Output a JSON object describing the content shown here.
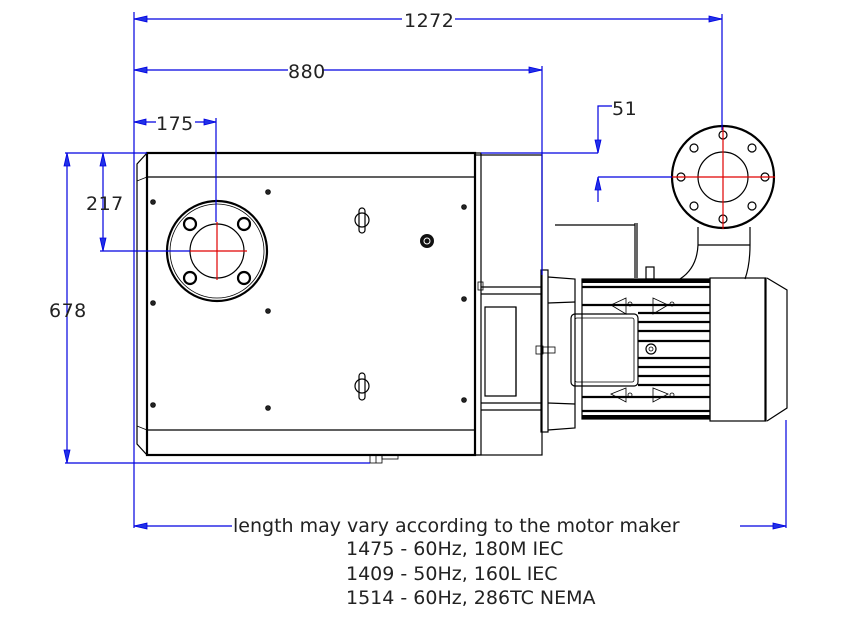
{
  "dimensions": {
    "overall_length": "1272",
    "length_880": "880",
    "inlet_offset_x": "175",
    "outlet_offset": "51",
    "inlet_offset_y": "217",
    "height": "678"
  },
  "notes": {
    "length_note": "length may vary according to the motor maker",
    "variants": [
      "1475 - 60Hz, 180M IEC",
      "1409 - 50Hz, 160L IEC",
      "1514 - 60Hz, 286TC NEMA"
    ]
  },
  "colors": {
    "dimension_lines": "#0000e0",
    "center_lines": "#e00000",
    "object_lines": "#000000"
  }
}
